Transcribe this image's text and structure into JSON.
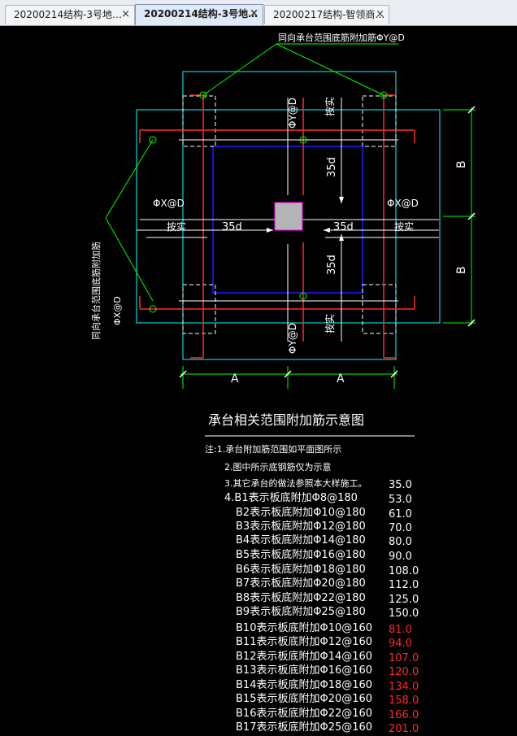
{
  "tabs": [
    {
      "label": "20200214结构-3号地…",
      "close": "×",
      "active": false
    },
    {
      "label": "20200214结构-3号地…",
      "close": "×",
      "active": true
    },
    {
      "label": "20200217结构-智领商…",
      "close": "×",
      "active": false
    }
  ],
  "drawing": {
    "top_note": "同向承台范围底筋附加筋ΦY@D",
    "left_note_1": "同向承台范围底筋附加筋",
    "left_note_2": "ΦX@D",
    "rebar_y_top": "ΦY@D",
    "rebar_y_bottom": "ΦY@D",
    "rebar_x_left": "ΦX@D",
    "rebar_x_right": "ΦX@D",
    "anchor_label": "按实",
    "lap_35d": "35d",
    "dim_A": "A",
    "dim_B": "B",
    "colors": {
      "cyan": "#00ffff",
      "red": "#ff2a2a",
      "blue": "#1e1eff",
      "green": "#00ff00",
      "white": "#ffffff",
      "column": "#b4b4b4",
      "column_border": "#ff00ff"
    }
  },
  "title": "承台相关范围附加筋示意图",
  "notes": [
    "注:1.承台附加筋范围如平面图所示",
    "2.图中所示底钢筋仅为示意",
    "3.其它承台的做法参照本大样施工。",
    "4.B1表示板底附加Φ8@180",
    "B2表示板底附加Φ10@180",
    "B3表示板底附加Φ12@180",
    "B4表示板底附加Φ14@180",
    "B5表示板底附加Φ16@180",
    "B6表示板底附加Φ18@180",
    "B7表示板底附加Φ20@180",
    "B8表示板底附加Φ22@180",
    "B9表示板底附加Φ25@180",
    "B10表示板底附加Φ10@160",
    "B11表示板底附加Φ12@160",
    "B12表示板底附加Φ14@160",
    "B13表示板底附加Φ16@160",
    "B14表示板底附加Φ18@160",
    "B15表示板底附加Φ20@160",
    "B16表示板底附加Φ22@160",
    "B17表示板底附加Φ25@160"
  ],
  "values": [
    "35.0",
    "53.0",
    "61.0",
    "70.0",
    "80.0",
    "90.0",
    "108.0",
    "112.0",
    "125.0",
    "150.0",
    "81.0",
    "94.0",
    "107.0",
    "120.0",
    "134.0",
    "158.0",
    "166.0",
    "201.0"
  ]
}
